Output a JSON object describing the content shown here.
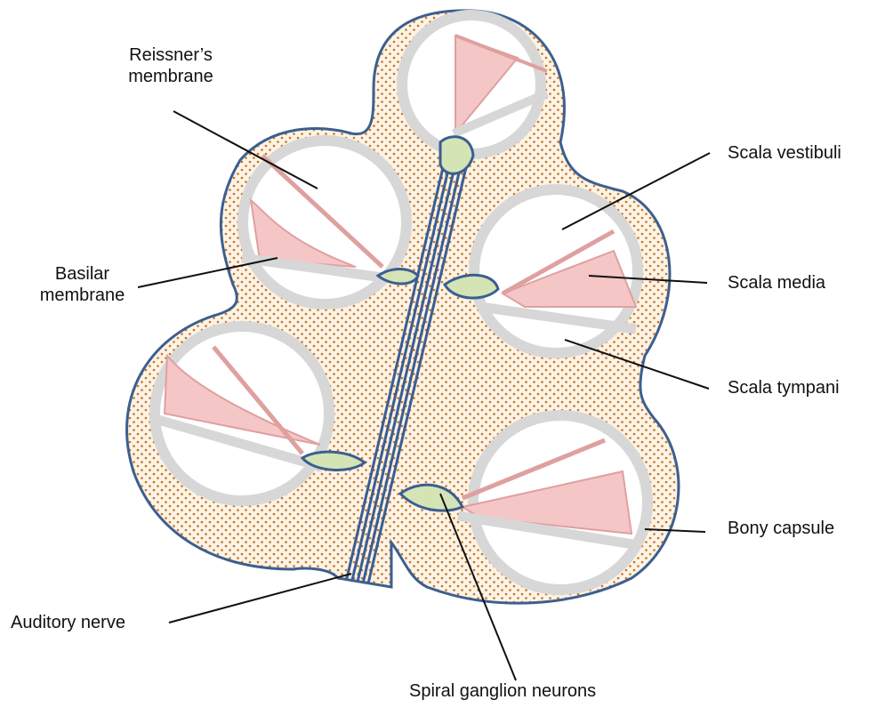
{
  "labels": {
    "reissners_membrane": [
      "Reissner’s",
      "membrane"
    ],
    "basilar_membrane": [
      "Basilar",
      "membrane"
    ],
    "auditory_nerve": "Auditory nerve",
    "spiral_ganglion_neurons": "Spiral ganglion neurons",
    "scala_vestibuli": "Scala vestibuli",
    "scala_media": "Scala media",
    "scala_tympani": "Scala tympani",
    "bony_capsule": "Bony capsule"
  },
  "colors": {
    "bone_fill": "#fbf3e6",
    "bone_dots": "#c9731f",
    "outline": "#3d5f8f",
    "nerve": "#3a5e93",
    "ganglion": "#d4e4b5",
    "chamber_ring": "#d7d7d7",
    "duct_pink": "#f5c6c6",
    "duct_line": "#dfa0a0"
  }
}
